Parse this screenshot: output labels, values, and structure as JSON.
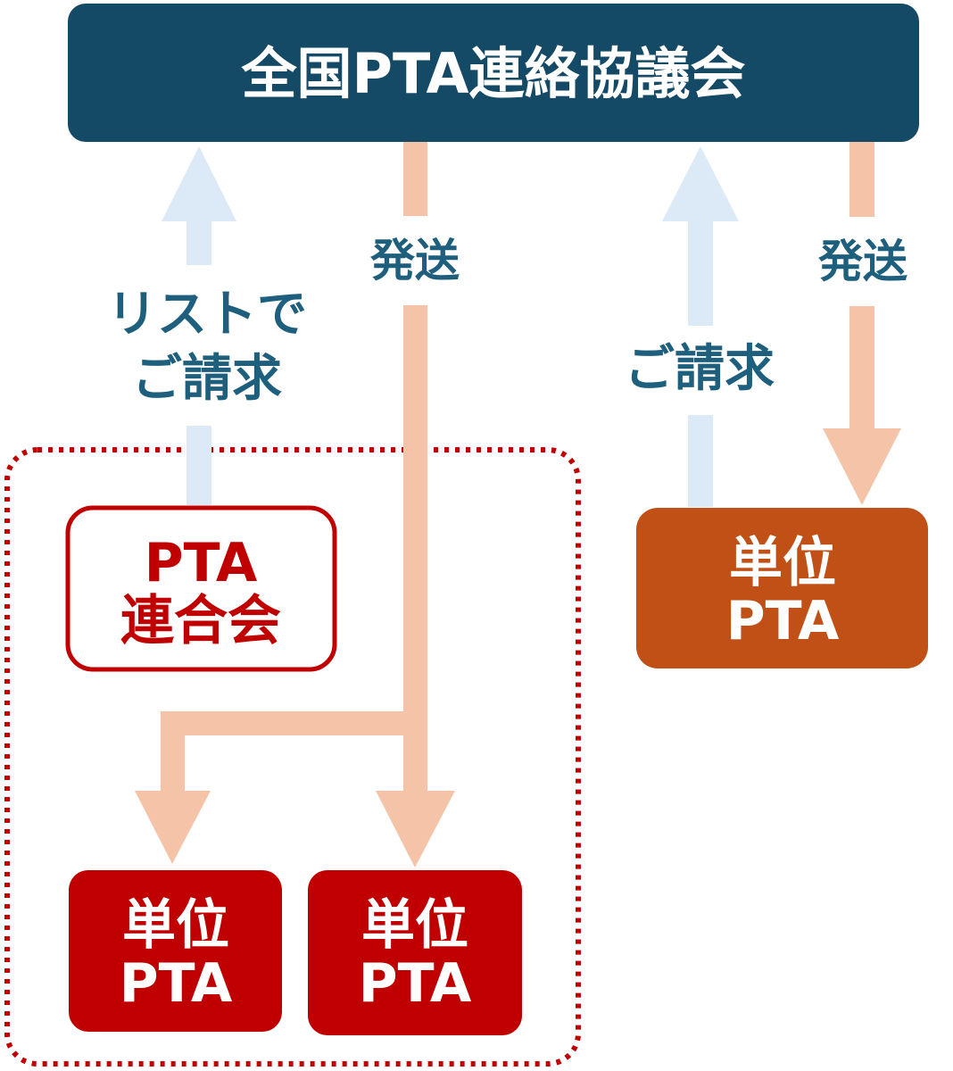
{
  "title": "全国PTA連絡協議会",
  "left_flow": {
    "request_line1": "リストで",
    "request_line2": "ご請求",
    "send": "発送"
  },
  "right_flow": {
    "request": "ご請求",
    "send": "発送"
  },
  "federation": {
    "line1": "PTA",
    "line2": "連合会"
  },
  "unit_pta": {
    "line1": "単位",
    "line2": "PTA"
  },
  "colors": {
    "header_bg": "#154a66",
    "header_text": "#ffffff",
    "label_text": "#1e5f7e",
    "request_arrow": "#dce9f6",
    "send_arrow": "#f5c4a8",
    "federation_red": "#c00000",
    "unit_pta_red": "#c00000",
    "unit_pta_orange": "#c05015",
    "dotted_border": "#c00000"
  }
}
